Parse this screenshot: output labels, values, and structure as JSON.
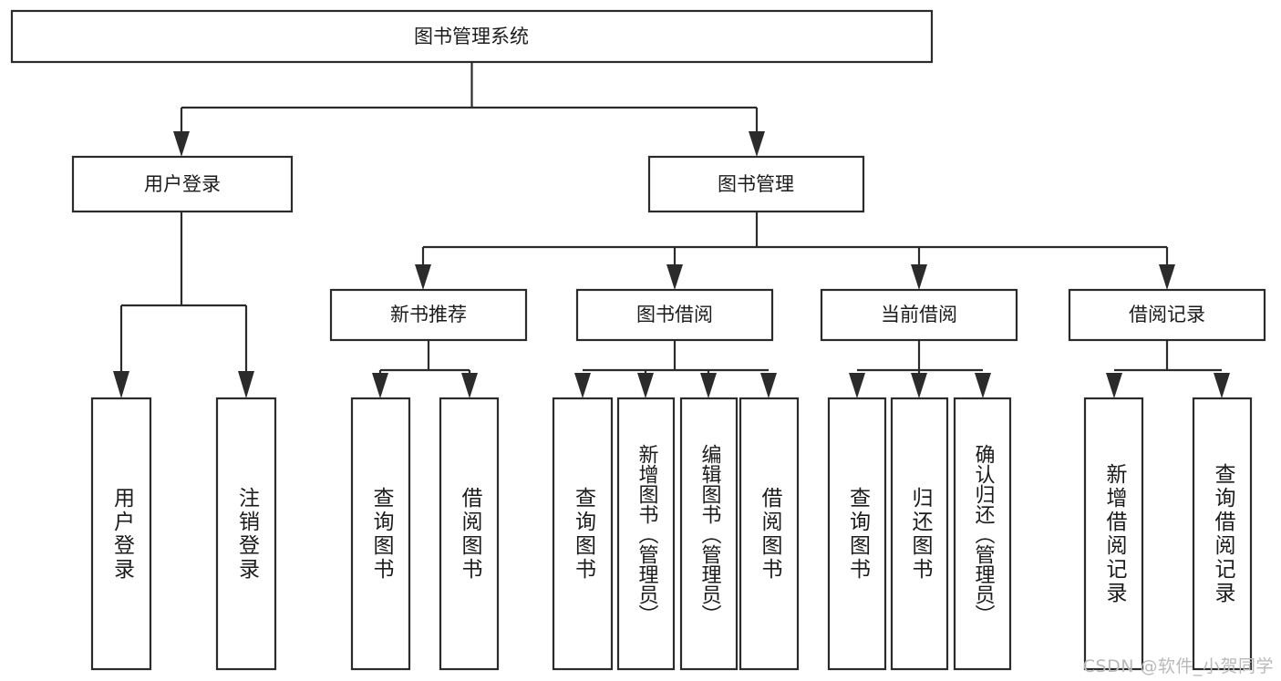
{
  "diagram": {
    "type": "tree-hierarchy-chart",
    "title": "图书管理系统",
    "orientation": "top-down",
    "colors": {
      "box_stroke": "#2b2b2b",
      "box_fill": "#ffffff",
      "text": "#1b1b1b",
      "background": "#ffffff",
      "watermark": "#b9b9b9"
    },
    "root": {
      "label": "图书管理系统"
    },
    "level1": [
      {
        "id": "user-login",
        "label": "用户登录"
      },
      {
        "id": "book-manage",
        "label": "图书管理"
      }
    ],
    "level2": [
      {
        "id": "new-book-recommend",
        "label": "新书推荐",
        "parent": "book-manage"
      },
      {
        "id": "book-borrow",
        "label": "图书借阅",
        "parent": "book-manage"
      },
      {
        "id": "current-borrow",
        "label": "当前借阅",
        "parent": "book-manage"
      },
      {
        "id": "borrow-record",
        "label": "借阅记录",
        "parent": "book-manage"
      }
    ],
    "leaves": {
      "user-login": [
        {
          "id": "leaf-user-login",
          "label": "用户登录"
        },
        {
          "id": "leaf-logout",
          "label": "注销登录"
        }
      ],
      "new-book-recommend": [
        {
          "id": "leaf-query-book-1",
          "label": "查询图书"
        },
        {
          "id": "leaf-borrow-book-1",
          "label": "借阅图书"
        }
      ],
      "book-borrow": [
        {
          "id": "leaf-query-book-2",
          "label": "查询图书"
        },
        {
          "id": "leaf-add-book",
          "label": "新增图书（管理员）"
        },
        {
          "id": "leaf-edit-book",
          "label": "编辑图书（管理员）"
        },
        {
          "id": "leaf-borrow-book-2",
          "label": "借阅图书"
        }
      ],
      "current-borrow": [
        {
          "id": "leaf-query-book-3",
          "label": "查询图书"
        },
        {
          "id": "leaf-return-book",
          "label": "归还图书"
        },
        {
          "id": "leaf-confirm-return",
          "label": "确认归还（管理员）"
        }
      ],
      "borrow-record": [
        {
          "id": "leaf-add-record",
          "label": "新增借阅记录"
        },
        {
          "id": "leaf-query-record",
          "label": "查询借阅记录"
        }
      ]
    }
  },
  "watermark": {
    "text": "CSDN @软件_小贺同学"
  }
}
